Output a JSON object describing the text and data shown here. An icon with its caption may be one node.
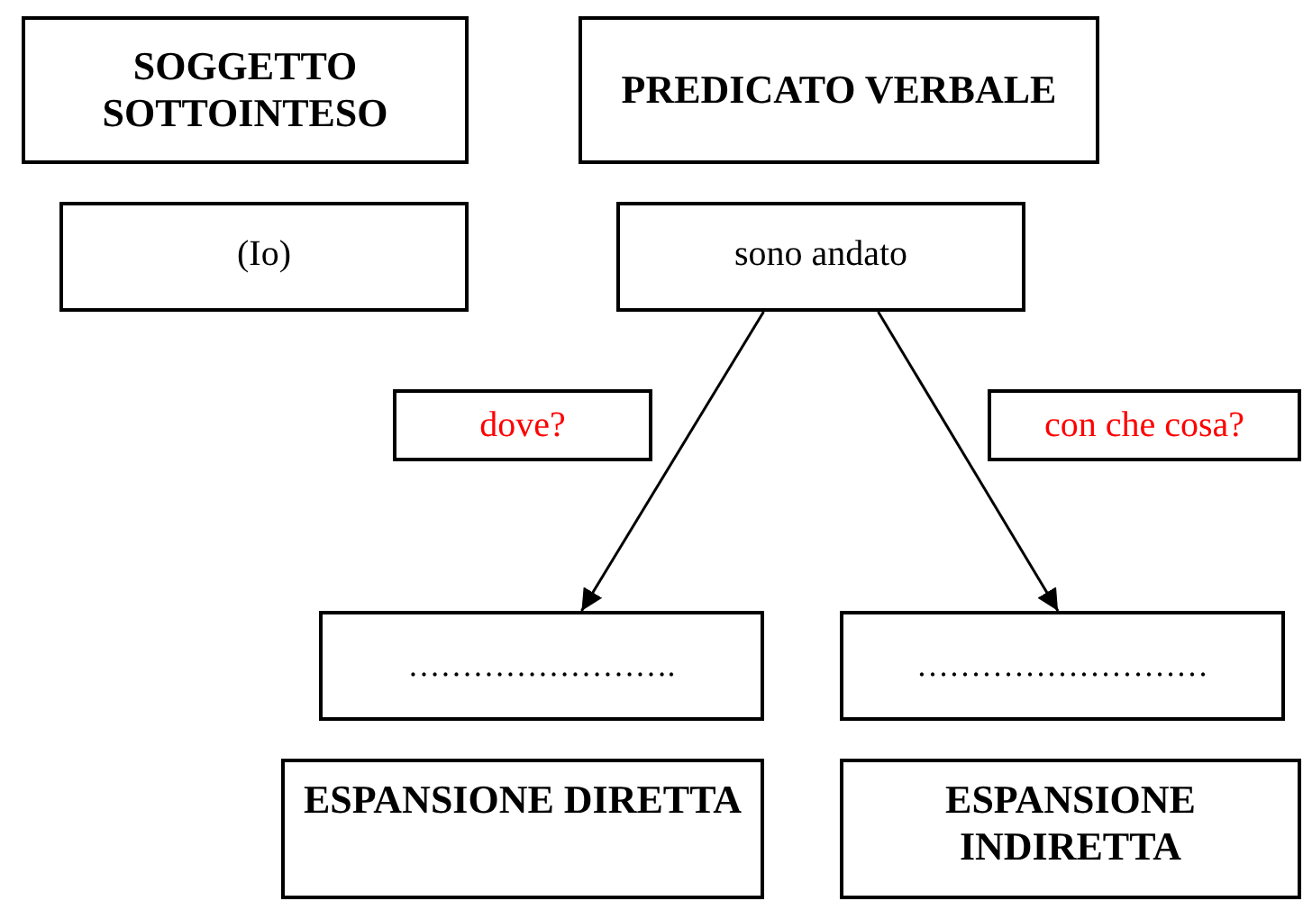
{
  "diagram": {
    "nodes": [
      {
        "text": [
          "SOGGETTO SOTTOINTESO"
        ]
      },
      {
        "text": [
          "PREDICATO VERBALE"
        ]
      },
      {
        "text": [
          "(Io)"
        ]
      },
      {
        "text": [
          "sono andato"
        ]
      },
      {
        "text": [
          "dove?"
        ]
      },
      {
        "text": [
          "con che cosa?"
        ]
      },
      {
        "text": [
          "……………………."
        ]
      },
      {
        "text": [
          "………………………"
        ]
      },
      {
        "text": [
          "ESPANSIONE DIRETTA"
        ]
      },
      {
        "text": [
          "ESPANSIONE INDIRETTA"
        ]
      }
    ],
    "edges": [
      {
        "from": 3,
        "to": 6,
        "arrow": "to"
      },
      {
        "from": 3,
        "to": 7,
        "arrow": "to"
      }
    ]
  }
}
